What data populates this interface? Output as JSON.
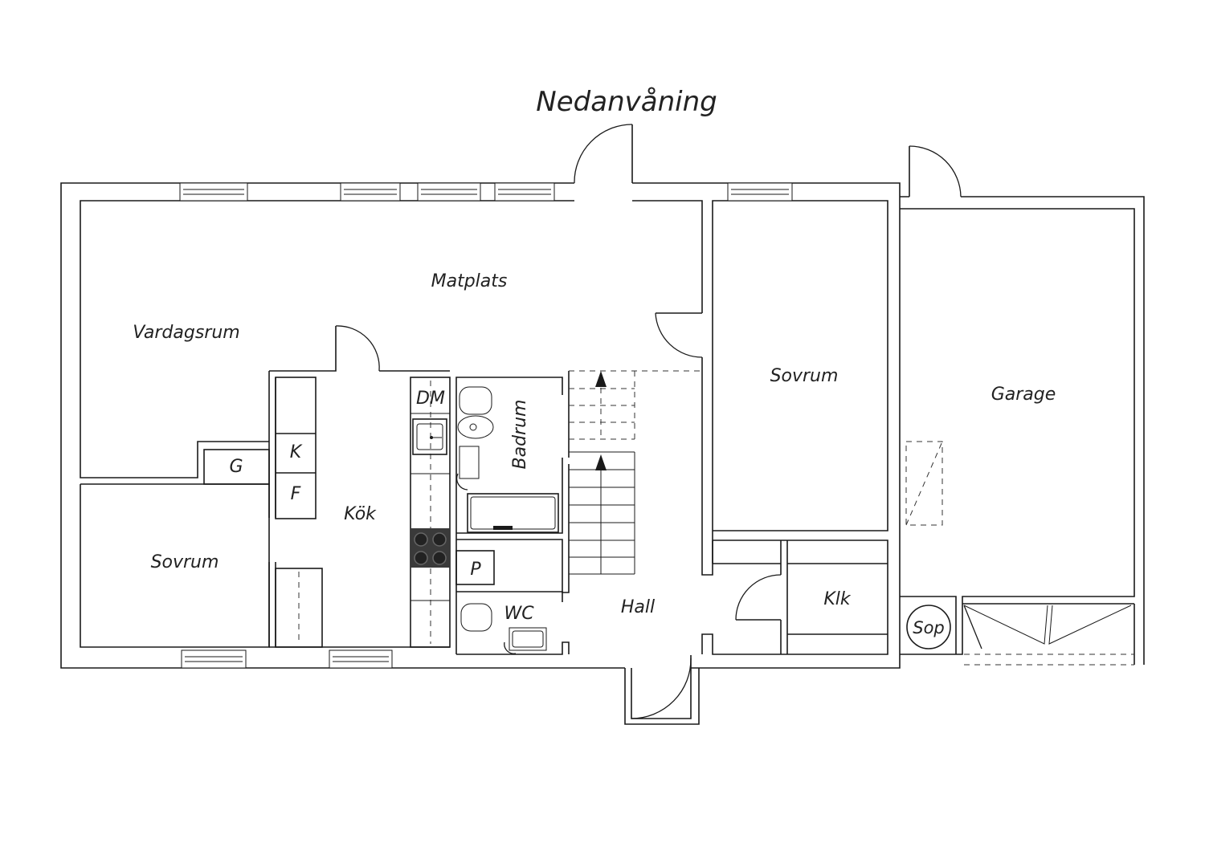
{
  "title": "Nedanvåning",
  "rooms": {
    "matplats": "Matplats",
    "vardagsrum": "Vardagsrum",
    "sovrum_left": "Sovrum",
    "kok": "Kök",
    "badrum": "Badrum",
    "dm": "DM",
    "k": "K",
    "f": "F",
    "g": "G",
    "p": "P",
    "wc": "WC",
    "hall": "Hall",
    "sovrum_right": "Sovrum",
    "klk": "Klk",
    "garage": "Garage",
    "sop": "Sop"
  }
}
